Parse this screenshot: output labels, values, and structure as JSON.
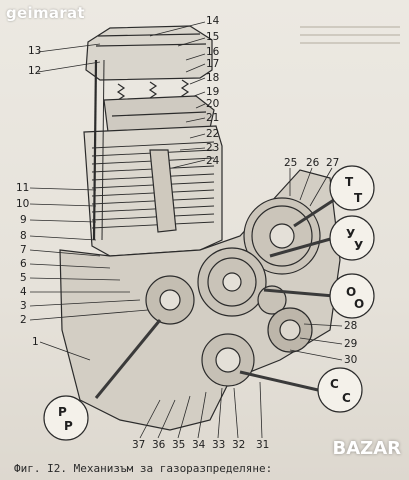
{
  "watermark": "geimarat",
  "brand": "BAZAR",
  "caption": "Фиг. I2. Механизъм за газоразпределяне:",
  "part_labels": {
    "l1": "1",
    "l2": "2",
    "l3": "3",
    "l4": "4",
    "l5": "5",
    "l6": "6",
    "l7": "7",
    "l8": "8",
    "l9": "9",
    "l10": "10",
    "l11": "11",
    "l12": "12",
    "l13": "13",
    "l14": "14",
    "l15": "15",
    "l16": "16",
    "l17": "17",
    "l18": "18",
    "l19": "19",
    "l20": "20",
    "l21": "21",
    "l22": "22",
    "l23": "23",
    "l24": "24",
    "l25": "25",
    "l26": "26",
    "l27": "27",
    "l28": "28",
    "l29": "29",
    "l30": "30",
    "l31": "31",
    "l32": "32",
    "l33": "33",
    "l34": "34",
    "l35": "35",
    "l36": "36",
    "l37": "37"
  },
  "gear_marks": {
    "t": "T",
    "u": "У",
    "o": "О",
    "c": "С",
    "p": "Р"
  }
}
